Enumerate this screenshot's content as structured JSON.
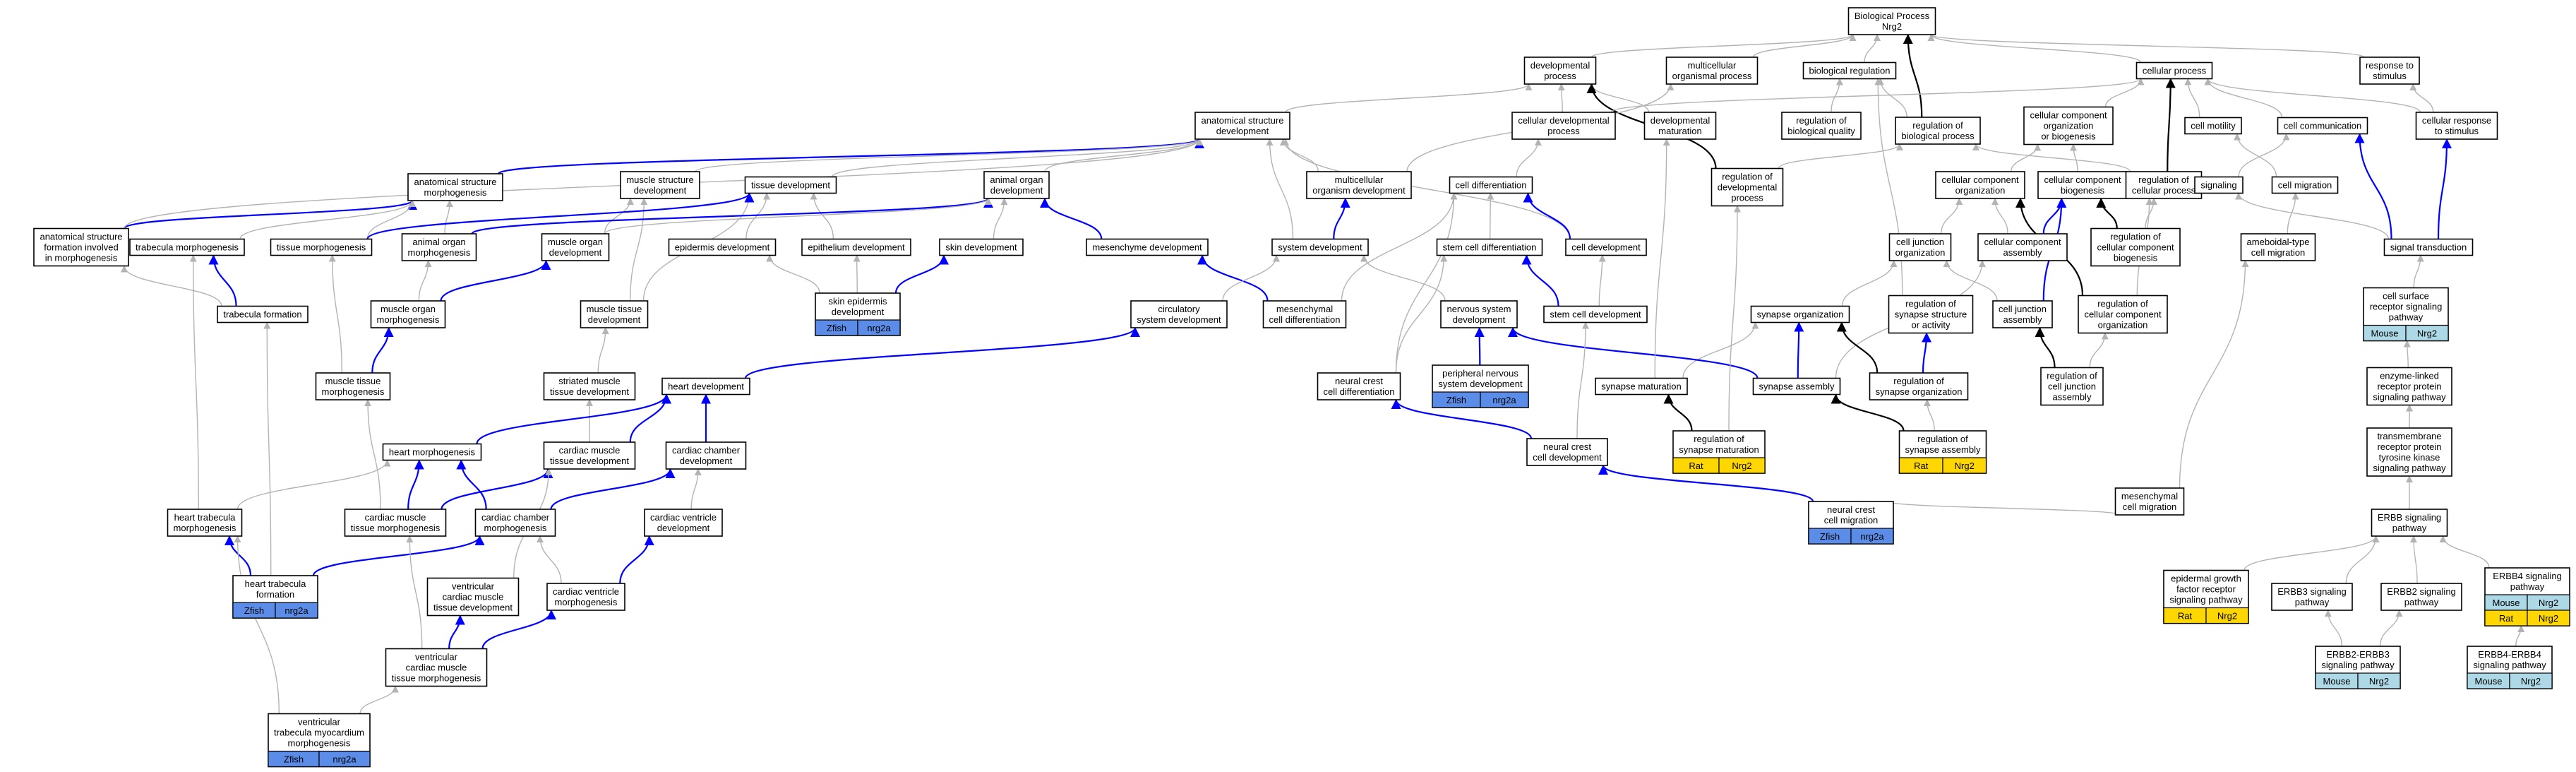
{
  "colors": {
    "Zfish": "#5b8de8",
    "Rat": "#ffd700",
    "Mouse": "#add8e6",
    "edge_is_a": "#b3b3b3",
    "edge_part_of": "#0000ff",
    "edge_regulates": "#000000"
  },
  "nodes": [
    {
      "id": "bp",
      "label": [
        "Biological Process",
        "Nrg2"
      ]
    },
    {
      "id": "devproc",
      "label": [
        "developmental",
        "process"
      ]
    },
    {
      "id": "multiorg",
      "label": [
        "multicellular",
        "organismal process"
      ]
    },
    {
      "id": "bioreg",
      "label": [
        "biological regulation"
      ]
    },
    {
      "id": "cellproc",
      "label": [
        "cellular process"
      ]
    },
    {
      "id": "resp",
      "label": [
        "response to",
        "stimulus"
      ]
    },
    {
      "id": "asd",
      "label": [
        "anatomical structure",
        "development"
      ]
    },
    {
      "id": "celldevproc",
      "label": [
        "cellular developmental",
        "process"
      ]
    },
    {
      "id": "devmat",
      "label": [
        "developmental",
        "maturation"
      ]
    },
    {
      "id": "regbq",
      "label": [
        "regulation of",
        "biological quality"
      ]
    },
    {
      "id": "regbp",
      "label": [
        "regulation of",
        "biological process"
      ]
    },
    {
      "id": "ccob",
      "label": [
        "cellular component",
        "organization",
        "or biogenesis"
      ]
    },
    {
      "id": "motil",
      "label": [
        "cell motility"
      ]
    },
    {
      "id": "ccomm",
      "label": [
        "cell communication"
      ]
    },
    {
      "id": "cresp",
      "label": [
        "cellular response",
        "to stimulus"
      ]
    },
    {
      "id": "asm",
      "label": [
        "anatomical structure",
        "morphogenesis"
      ]
    },
    {
      "id": "msd",
      "label": [
        "muscle structure",
        "development"
      ]
    },
    {
      "id": "tissdev",
      "label": [
        "tissue development"
      ]
    },
    {
      "id": "aod",
      "label": [
        "animal organ",
        "development"
      ]
    },
    {
      "id": "mcod",
      "label": [
        "multicellular",
        "organism development"
      ]
    },
    {
      "id": "regdp",
      "label": [
        "regulation of",
        "developmental",
        "process"
      ]
    },
    {
      "id": "celldiff",
      "label": [
        "cell differentiation"
      ]
    },
    {
      "id": "cco",
      "label": [
        "cellular component",
        "organization"
      ]
    },
    {
      "id": "ccb",
      "label": [
        "cellular component",
        "biogenesis"
      ]
    },
    {
      "id": "regcp",
      "label": [
        "regulation of",
        "cellular process"
      ]
    },
    {
      "id": "signaling",
      "label": [
        "signaling"
      ]
    },
    {
      "id": "cmig",
      "label": [
        "cell migration"
      ]
    },
    {
      "id": "asfim",
      "label": [
        "anatomical structure",
        "formation involved",
        "in morphogenesis"
      ]
    },
    {
      "id": "trabm",
      "label": [
        "trabecula morphogenesis"
      ]
    },
    {
      "id": "tissm",
      "label": [
        "tissue morphogenesis"
      ]
    },
    {
      "id": "aom",
      "label": [
        "animal organ",
        "morphogenesis"
      ]
    },
    {
      "id": "mod",
      "label": [
        "muscle organ",
        "development"
      ]
    },
    {
      "id": "epid",
      "label": [
        "epidermis development"
      ]
    },
    {
      "id": "epit",
      "label": [
        "epithelium development"
      ]
    },
    {
      "id": "skin",
      "label": [
        "skin development"
      ]
    },
    {
      "id": "mesd",
      "label": [
        "mesenchyme development"
      ]
    },
    {
      "id": "sysdev",
      "label": [
        "system development"
      ]
    },
    {
      "id": "scdiff",
      "label": [
        "stem cell differentiation"
      ]
    },
    {
      "id": "celldev",
      "label": [
        "cell development"
      ]
    },
    {
      "id": "cjo",
      "label": [
        "cell junction",
        "organization"
      ]
    },
    {
      "id": "cca",
      "label": [
        "cellular component",
        "assembly"
      ]
    },
    {
      "id": "regccb",
      "label": [
        "regulation of",
        "cellular component",
        "biogenesis"
      ]
    },
    {
      "id": "amoeb",
      "label": [
        "ameboidal-type",
        "cell migration"
      ]
    },
    {
      "id": "sigtrans",
      "label": [
        "signal transduction"
      ]
    },
    {
      "id": "trabf",
      "label": [
        "trabecula formation"
      ]
    },
    {
      "id": "mom",
      "label": [
        "muscle organ",
        "morphogenesis"
      ]
    },
    {
      "id": "mtd",
      "label": [
        "muscle tissue",
        "development"
      ]
    },
    {
      "id": "sed",
      "label": [
        "skin epidermis",
        "development"
      ],
      "annot": [
        [
          "Zfish",
          "nrg2a"
        ]
      ]
    },
    {
      "id": "circ",
      "label": [
        "circulatory",
        "system development"
      ]
    },
    {
      "id": "mescd",
      "label": [
        "mesenchymal",
        "cell differentiation"
      ]
    },
    {
      "id": "nsd",
      "label": [
        "nervous system",
        "development"
      ]
    },
    {
      "id": "scd",
      "label": [
        "stem cell development"
      ]
    },
    {
      "id": "synorg",
      "label": [
        "synapse organization"
      ]
    },
    {
      "id": "regsyn",
      "label": [
        "regulation of",
        "synapse structure",
        "or activity"
      ]
    },
    {
      "id": "cja",
      "label": [
        "cell junction",
        "assembly"
      ]
    },
    {
      "id": "regcco",
      "label": [
        "regulation of",
        "cellular component",
        "organization"
      ]
    },
    {
      "id": "csrsp",
      "label": [
        "cell surface",
        "receptor signaling",
        "pathway"
      ],
      "annot": [
        [
          "Mouse",
          "Nrg2"
        ]
      ]
    },
    {
      "id": "mtm",
      "label": [
        "muscle tissue",
        "morphogenesis"
      ]
    },
    {
      "id": "smtd",
      "label": [
        "striated muscle",
        "tissue development"
      ]
    },
    {
      "id": "heartdev",
      "label": [
        "heart development"
      ]
    },
    {
      "id": "ncdiff",
      "label": [
        "neural crest",
        "cell differentiation"
      ]
    },
    {
      "id": "pnsd",
      "label": [
        "peripheral nervous",
        "system development"
      ],
      "annot": [
        [
          "Zfish",
          "nrg2a"
        ]
      ]
    },
    {
      "id": "synmat",
      "label": [
        "synapse maturation"
      ]
    },
    {
      "id": "synasm",
      "label": [
        "synapse assembly"
      ]
    },
    {
      "id": "regsorg",
      "label": [
        "regulation of",
        "synapse organization"
      ]
    },
    {
      "id": "regcja",
      "label": [
        "regulation of",
        "cell junction",
        "assembly"
      ]
    },
    {
      "id": "elrptk",
      "label": [
        "enzyme-linked",
        "receptor protein",
        "signaling pathway"
      ]
    },
    {
      "id": "hm",
      "label": [
        "heart morphogenesis"
      ]
    },
    {
      "id": "cmtd",
      "label": [
        "cardiac muscle",
        "tissue development"
      ]
    },
    {
      "id": "ccd",
      "label": [
        "cardiac chamber",
        "development"
      ]
    },
    {
      "id": "ncdev",
      "label": [
        "neural crest",
        "cell development"
      ]
    },
    {
      "id": "regsm",
      "label": [
        "regulation of",
        "synapse maturation"
      ],
      "annot": [
        [
          "Rat",
          "Nrg2"
        ]
      ]
    },
    {
      "id": "regsa",
      "label": [
        "regulation of",
        "synapse assembly"
      ],
      "annot": [
        [
          "Rat",
          "Nrg2"
        ]
      ]
    },
    {
      "id": "tmrptk",
      "label": [
        "transmembrane",
        "receptor protein",
        "tyrosine kinase",
        "signaling pathway"
      ]
    },
    {
      "id": "htm",
      "label": [
        "heart trabecula",
        "morphogenesis"
      ]
    },
    {
      "id": "cmtm",
      "label": [
        "cardiac muscle",
        "tissue morphogenesis"
      ]
    },
    {
      "id": "ccm",
      "label": [
        "cardiac chamber",
        "morphogenesis"
      ]
    },
    {
      "id": "cvd",
      "label": [
        "cardiac ventricle",
        "development"
      ]
    },
    {
      "id": "mescm",
      "label": [
        "mesenchymal",
        "cell migration"
      ]
    },
    {
      "id": "nccm",
      "label": [
        "neural crest",
        "cell migration"
      ],
      "annot": [
        [
          "Zfish",
          "nrg2a"
        ]
      ]
    },
    {
      "id": "erbb",
      "label": [
        "ERBB signaling",
        "pathway"
      ]
    },
    {
      "id": "htf",
      "label": [
        "heart trabecula",
        "formation"
      ],
      "annot": [
        [
          "Zfish",
          "nrg2a"
        ]
      ]
    },
    {
      "id": "vcmtd",
      "label": [
        "ventricular",
        "cardiac muscle",
        "tissue development"
      ]
    },
    {
      "id": "cvm",
      "label": [
        "cardiac ventricle",
        "morphogenesis"
      ]
    },
    {
      "id": "egfr",
      "label": [
        "epidermal growth",
        "factor receptor",
        "signaling pathway"
      ],
      "annot": [
        [
          "Rat",
          "Nrg2"
        ]
      ]
    },
    {
      "id": "erbb3",
      "label": [
        "ERBB3 signaling",
        "pathway"
      ]
    },
    {
      "id": "erbb2",
      "label": [
        "ERBB2 signaling",
        "pathway"
      ]
    },
    {
      "id": "erbb4",
      "label": [
        "ERBB4 signaling",
        "pathway"
      ],
      "annot": [
        [
          "Mouse",
          "Nrg2"
        ],
        [
          "Rat",
          "Nrg2"
        ]
      ]
    },
    {
      "id": "vcmtm",
      "label": [
        "ventricular",
        "cardiac muscle",
        "tissue morphogenesis"
      ]
    },
    {
      "id": "erbb23",
      "label": [
        "ERBB2-ERBB3",
        "signaling pathway"
      ],
      "annot": [
        [
          "Mouse",
          "Nrg2"
        ]
      ]
    },
    {
      "id": "erbb44",
      "label": [
        "ERBB4-ERBB4",
        "signaling pathway"
      ],
      "annot": [
        [
          "Mouse",
          "Nrg2"
        ]
      ]
    },
    {
      "id": "vtmm",
      "label": [
        "ventricular",
        "trabecula myocardium",
        "morphogenesis"
      ],
      "annot": [
        [
          "Zfish",
          "nrg2a"
        ]
      ]
    }
  ],
  "edges": [
    [
      "devproc",
      "bp",
      "is_a"
    ],
    [
      "multiorg",
      "bp",
      "is_a"
    ],
    [
      "bioreg",
      "bp",
      "is_a"
    ],
    [
      "cellproc",
      "bp",
      "is_a"
    ],
    [
      "resp",
      "bp",
      "is_a"
    ],
    [
      "regbp",
      "bp",
      "regulates"
    ],
    [
      "asd",
      "devproc",
      "is_a"
    ],
    [
      "celldevproc",
      "devproc",
      "is_a"
    ],
    [
      "devmat",
      "devproc",
      "is_a"
    ],
    [
      "regdp",
      "devproc",
      "regulates"
    ],
    [
      "regbq",
      "bioreg",
      "is_a"
    ],
    [
      "regbp",
      "bioreg",
      "is_a"
    ],
    [
      "celldevproc",
      "cellproc",
      "is_a"
    ],
    [
      "ccob",
      "cellproc",
      "is_a"
    ],
    [
      "motil",
      "cellproc",
      "is_a"
    ],
    [
      "ccomm",
      "cellproc",
      "is_a"
    ],
    [
      "cresp",
      "cellproc",
      "is_a"
    ],
    [
      "regcp",
      "cellproc",
      "regulates"
    ],
    [
      "cresp",
      "resp",
      "is_a"
    ],
    [
      "asm",
      "asd",
      "part_of"
    ],
    [
      "msd",
      "asd",
      "is_a"
    ],
    [
      "tissdev",
      "asd",
      "is_a"
    ],
    [
      "aod",
      "asd",
      "is_a"
    ],
    [
      "mcod",
      "asd",
      "is_a"
    ],
    [
      "sysdev",
      "asd",
      "is_a"
    ],
    [
      "celldev",
      "asd",
      "is_a"
    ],
    [
      "mcod",
      "multiorg",
      "is_a"
    ],
    [
      "celldiff",
      "celldevproc",
      "is_a"
    ],
    [
      "regdp",
      "regbp",
      "is_a"
    ],
    [
      "regcp",
      "regbp",
      "is_a"
    ],
    [
      "cco",
      "ccob",
      "is_a"
    ],
    [
      "ccb",
      "ccob",
      "is_a"
    ],
    [
      "cmig",
      "motil",
      "is_a"
    ],
    [
      "signaling",
      "ccomm",
      "is_a"
    ],
    [
      "sigtrans",
      "ccomm",
      "part_of"
    ],
    [
      "sigtrans",
      "cresp",
      "part_of"
    ],
    [
      "asfim",
      "asm",
      "part_of"
    ],
    [
      "tissm",
      "asm",
      "is_a"
    ],
    [
      "aom",
      "asm",
      "is_a"
    ],
    [
      "trabm",
      "asm",
      "is_a"
    ],
    [
      "mod",
      "msd",
      "is_a"
    ],
    [
      "mtd",
      "msd",
      "is_a"
    ],
    [
      "epid",
      "tissdev",
      "is_a"
    ],
    [
      "epit",
      "tissdev",
      "is_a"
    ],
    [
      "mtd",
      "tissdev",
      "is_a"
    ],
    [
      "tissm",
      "tissdev",
      "part_of"
    ],
    [
      "aom",
      "aod",
      "part_of"
    ],
    [
      "mod",
      "aod",
      "is_a"
    ],
    [
      "mesd",
      "aod",
      "part_of"
    ],
    [
      "skin",
      "aod",
      "is_a"
    ],
    [
      "sysdev",
      "mcod",
      "part_of"
    ],
    [
      "scdiff",
      "celldiff",
      "is_a"
    ],
    [
      "celldev",
      "celldiff",
      "part_of"
    ],
    [
      "mescd",
      "celldiff",
      "is_a"
    ],
    [
      "ncdiff",
      "celldiff",
      "is_a"
    ],
    [
      "cca",
      "cco",
      "is_a"
    ],
    [
      "cja",
      "ccb",
      "part_of"
    ],
    [
      "cca",
      "ccb",
      "part_of"
    ],
    [
      "cjo",
      "cco",
      "is_a"
    ],
    [
      "regccb",
      "regcp",
      "is_a"
    ],
    [
      "regcco",
      "regcp",
      "is_a"
    ],
    [
      "regcco",
      "cco",
      "regulates"
    ],
    [
      "regccb",
      "ccb",
      "regulates"
    ],
    [
      "sigtrans",
      "signaling",
      "is_a"
    ],
    [
      "amoeb",
      "cmig",
      "is_a"
    ],
    [
      "trabf",
      "asfim",
      "is_a"
    ],
    [
      "trabf",
      "trabm",
      "part_of"
    ],
    [
      "htm",
      "trabm",
      "is_a"
    ],
    [
      "mom",
      "mod",
      "part_of"
    ],
    [
      "mom",
      "aom",
      "is_a"
    ],
    [
      "mtm",
      "mom",
      "part_of"
    ],
    [
      "mtm",
      "tissm",
      "is_a"
    ],
    [
      "sed",
      "epid",
      "is_a"
    ],
    [
      "sed",
      "epit",
      "is_a"
    ],
    [
      "sed",
      "skin",
      "part_of"
    ],
    [
      "mescd",
      "mesd",
      "part_of"
    ],
    [
      "circ",
      "sysdev",
      "is_a"
    ],
    [
      "nsd",
      "sysdev",
      "is_a"
    ],
    [
      "scd",
      "scdiff",
      "part_of"
    ],
    [
      "scd",
      "celldev",
      "is_a"
    ],
    [
      "synorg",
      "cjo",
      "is_a"
    ],
    [
      "cja",
      "cjo",
      "is_a"
    ],
    [
      "synasm",
      "cca",
      "is_a"
    ],
    [
      "regsyn",
      "bioreg",
      "is_a"
    ],
    [
      "regsorg",
      "regsyn",
      "part_of"
    ],
    [
      "regsorg",
      "synorg",
      "regulates"
    ],
    [
      "regcja",
      "cja",
      "regulates"
    ],
    [
      "regcja",
      "regcco",
      "is_a"
    ],
    [
      "csrsp",
      "sigtrans",
      "is_a"
    ],
    [
      "elrptk",
      "csrsp",
      "is_a"
    ],
    [
      "tmrptk",
      "elrptk",
      "is_a"
    ],
    [
      "erbb",
      "tmrptk",
      "is_a"
    ],
    [
      "egfr",
      "erbb",
      "is_a"
    ],
    [
      "erbb3",
      "erbb",
      "is_a"
    ],
    [
      "erbb2",
      "erbb",
      "is_a"
    ],
    [
      "erbb4",
      "erbb",
      "is_a"
    ],
    [
      "erbb23",
      "erbb3",
      "is_a"
    ],
    [
      "erbb23",
      "erbb2",
      "is_a"
    ],
    [
      "erbb44",
      "erbb4",
      "is_a"
    ],
    [
      "smtd",
      "mtd",
      "is_a"
    ],
    [
      "cmtd",
      "smtd",
      "is_a"
    ],
    [
      "heartdev",
      "circ",
      "part_of"
    ],
    [
      "ncdiff",
      "scdiff",
      "is_a"
    ],
    [
      "pnsd",
      "nsd",
      "part_of"
    ],
    [
      "synmat",
      "synorg",
      "is_a"
    ],
    [
      "synasm",
      "synorg",
      "part_of"
    ],
    [
      "synasm",
      "nsd",
      "part_of"
    ],
    [
      "regsa",
      "regsorg",
      "is_a"
    ],
    [
      "regsa",
      "synasm",
      "regulates"
    ],
    [
      "regsm",
      "synmat",
      "regulates"
    ],
    [
      "regsm",
      "regdp",
      "is_a"
    ],
    [
      "synmat",
      "devmat",
      "is_a"
    ],
    [
      "hm",
      "heartdev",
      "part_of"
    ],
    [
      "cmtd",
      "heartdev",
      "part_of"
    ],
    [
      "ccd",
      "heartdev",
      "part_of"
    ],
    [
      "ncdev",
      "ncdiff",
      "part_of"
    ],
    [
      "ncdev",
      "scd",
      "is_a"
    ],
    [
      "nccm",
      "ncdev",
      "part_of"
    ],
    [
      "nccm",
      "mescm",
      "is_a"
    ],
    [
      "mescm",
      "amoeb",
      "is_a"
    ],
    [
      "cmtm",
      "hm",
      "part_of"
    ],
    [
      "cmtm",
      "cmtd",
      "part_of"
    ],
    [
      "cmtm",
      "mtm",
      "is_a"
    ],
    [
      "ccm",
      "hm",
      "part_of"
    ],
    [
      "ccm",
      "ccd",
      "part_of"
    ],
    [
      "cvd",
      "ccd",
      "is_a"
    ],
    [
      "cvm",
      "cvd",
      "part_of"
    ],
    [
      "cvm",
      "ccm",
      "is_a"
    ],
    [
      "htm",
      "hm",
      "is_a"
    ],
    [
      "htf",
      "htm",
      "part_of"
    ],
    [
      "htf",
      "ccm",
      "part_of"
    ],
    [
      "htf",
      "trabf",
      "is_a"
    ],
    [
      "vcmtd",
      "cmtd",
      "is_a"
    ],
    [
      "vcmtm",
      "vcmtd",
      "part_of"
    ],
    [
      "vcmtm",
      "cvm",
      "part_of"
    ],
    [
      "vcmtm",
      "cmtm",
      "is_a"
    ],
    [
      "vtmm",
      "vcmtm",
      "is_a"
    ],
    [
      "vtmm",
      "htm",
      "is_a"
    ],
    [
      "asfim",
      "asd",
      "is_a"
    ]
  ]
}
